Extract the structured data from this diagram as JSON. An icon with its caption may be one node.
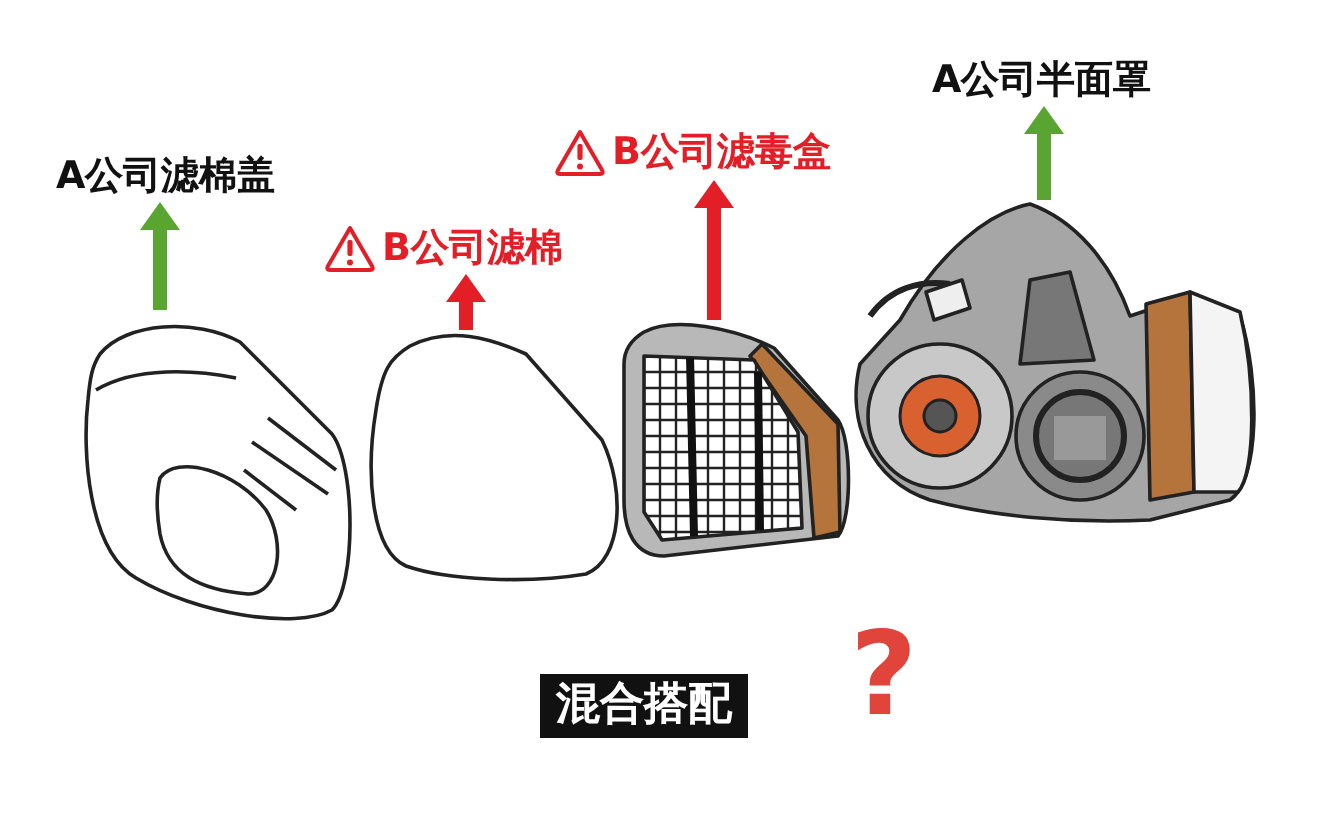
{
  "diagram": {
    "nodes": [
      {
        "text": [
          "A公司滤棉盖"
        ]
      },
      {
        "text": [],
        "shape": "picture"
      },
      {
        "text": [
          "B公司滤棉"
        ]
      },
      {
        "text": [],
        "shape": "picture"
      },
      {
        "text": [
          "B公司滤毒盒"
        ]
      },
      {
        "text": [],
        "shape": "picture"
      },
      {
        "text": [
          "A公司半面罩"
        ]
      },
      {
        "text": [],
        "shape": "picture"
      }
    ],
    "edges": [
      {
        "from": 1,
        "to": 0,
        "arrow": "to",
        "color": "#5aa532"
      },
      {
        "from": 3,
        "to": 2,
        "arrow": "to",
        "color": "#e31e26"
      },
      {
        "from": 5,
        "to": 4,
        "arrow": "to",
        "color": "#e31e26"
      },
      {
        "from": 7,
        "to": 6,
        "arrow": "to",
        "color": "#5aa532"
      }
    ],
    "labels": [
      "混合搭配",
      "?"
    ]
  }
}
